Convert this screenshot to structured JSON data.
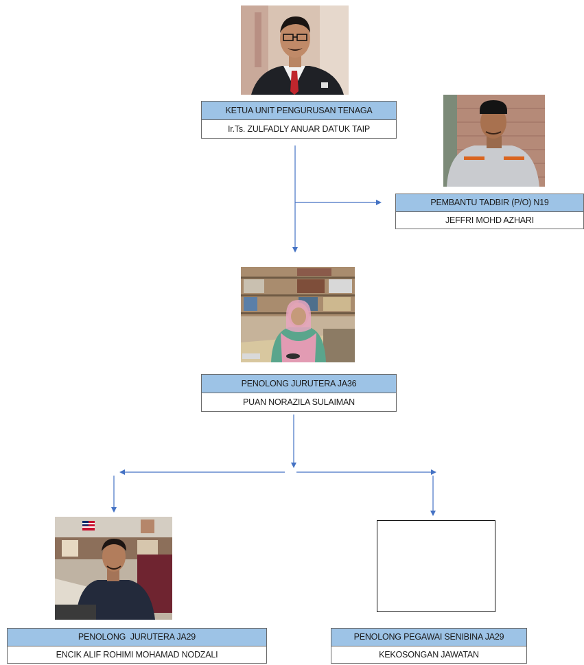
{
  "chart": {
    "head": {
      "role": "KETUA UNIT PENGURUSAN TENAGA",
      "name": "Ir.Ts. ZULFADLY ANUAR DATUK TAIP"
    },
    "admin": {
      "role": "PEMBANTU TADBIR (P/O) N19",
      "name": "JEFFRI MOHD AZHARI"
    },
    "assistant_engineer": {
      "role": "PENOLONG JURUTERA JA36",
      "name": "PUAN NORAZILA SULAIMAN"
    },
    "junior_engineer": {
      "role": "PENOLONG  JURUTERA JA29",
      "name": "ENCIK ALIF ROHIMI MOHAMAD NODZALI"
    },
    "architect_assistant": {
      "role": "PENOLONG PEGAWAI SENIBINA JA29",
      "name": "KEKOSONGAN JAWATAN"
    }
  },
  "colors": {
    "title_fill": "#9dc3e6",
    "arrow": "#4472c4",
    "border": "#6a6a6a"
  }
}
